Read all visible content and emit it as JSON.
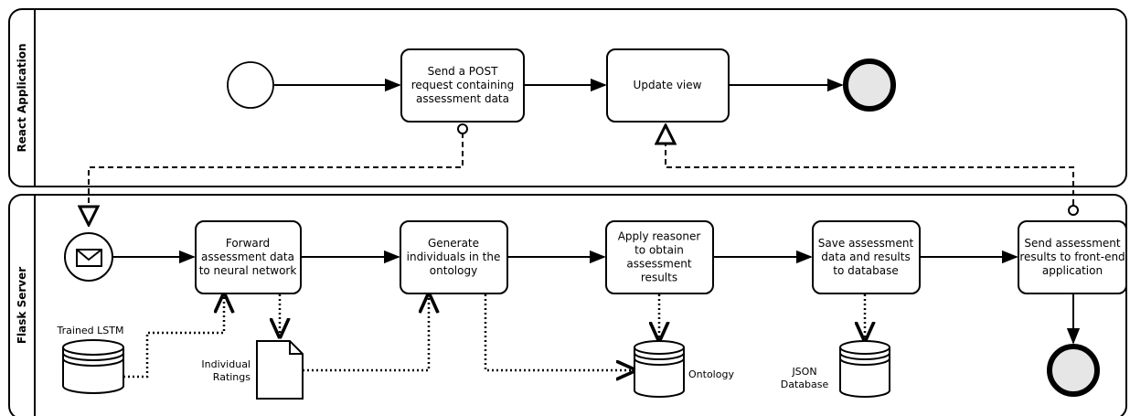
{
  "lanes": {
    "react": {
      "title": "React Application"
    },
    "flask": {
      "title": "Flask Server"
    }
  },
  "tasks": {
    "send_post": {
      "lines": [
        "Send a POST",
        "request containing",
        "assessment data"
      ]
    },
    "update_view": {
      "lines": [
        "Update view"
      ]
    },
    "forward": {
      "lines": [
        "Forward",
        "assessment data",
        "to neural network"
      ]
    },
    "generate": {
      "lines": [
        "Generate",
        "individuals in the",
        "ontology"
      ]
    },
    "apply": {
      "lines": [
        "Apply reasoner",
        "to obtain",
        "assessment",
        "results"
      ]
    },
    "save": {
      "lines": [
        "Save assessment",
        "data and results",
        "to database"
      ]
    },
    "send_results": {
      "lines": [
        "Send assessment",
        "results to front-end",
        "application"
      ]
    }
  },
  "artifacts": {
    "trained_lstm": {
      "lines": [
        "Trained LSTM"
      ]
    },
    "individual_ratings": {
      "lines": [
        "Individual",
        "Ratings"
      ]
    },
    "ontology": {
      "lines": [
        "Ontology"
      ]
    },
    "json_db": {
      "lines": [
        "JSON",
        "Database"
      ]
    }
  },
  "icons": {
    "start_event": "circle",
    "end_event": "thick-circle",
    "message_event": "envelope-in-circle",
    "data_store": "cylinder",
    "data_object": "folded-page"
  },
  "colors": {
    "stroke": "#000000",
    "end_fill": "#e6e6e6",
    "background": "#ffffff"
  }
}
